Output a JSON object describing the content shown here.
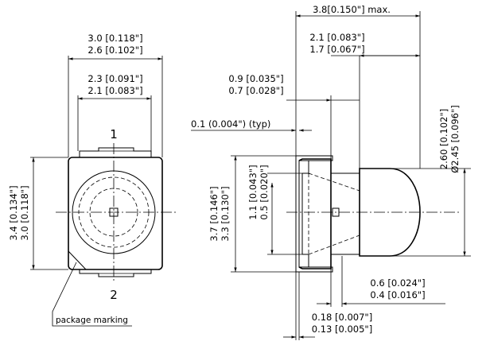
{
  "front_view": {
    "width_outer": {
      "line1": "3.0 [0.118\"]",
      "line2": "2.6 [0.102\"]"
    },
    "width_inner": {
      "line1": "2.3 [0.091\"]",
      "line2": "2.1 [0.083\"]"
    },
    "height": {
      "line1": "3.4 [0.134\"]",
      "line2": "3.0 [0.118\"]"
    },
    "pin1_label": "1",
    "pin2_label": "2",
    "package_marking": "package marking"
  },
  "side_view": {
    "total_length": "3.8[0.150\"] max.",
    "lens_length": {
      "line1": "2.1 [0.083\"]",
      "line2": "1.7 [0.067\"]"
    },
    "lead_offset": {
      "line1": "0.9 [0.035\"]",
      "line2": "0.7 [0.028\"]"
    },
    "lead_thickness": "0.1 (0.004\") (typ)",
    "lens_diameter": {
      "line1": "2.60 [0.102\"]",
      "line2": "Ø2.45 [0.096\"]"
    },
    "body_height": {
      "line1": "3.7 [0.146\"]",
      "line2": "3.3 [0.130\"]"
    },
    "die_offset": {
      "line1": "1.1 [0.043\"]",
      "line2": "0.5 [0.020\"]"
    },
    "lens_base_width": {
      "line1": "0.6 [0.024\"]",
      "line2": "0.4 [0.016\"]"
    },
    "lead_spacing": {
      "line1": "0.18 [0.007\"]",
      "line2": "0.13 [0.005\"]"
    }
  }
}
